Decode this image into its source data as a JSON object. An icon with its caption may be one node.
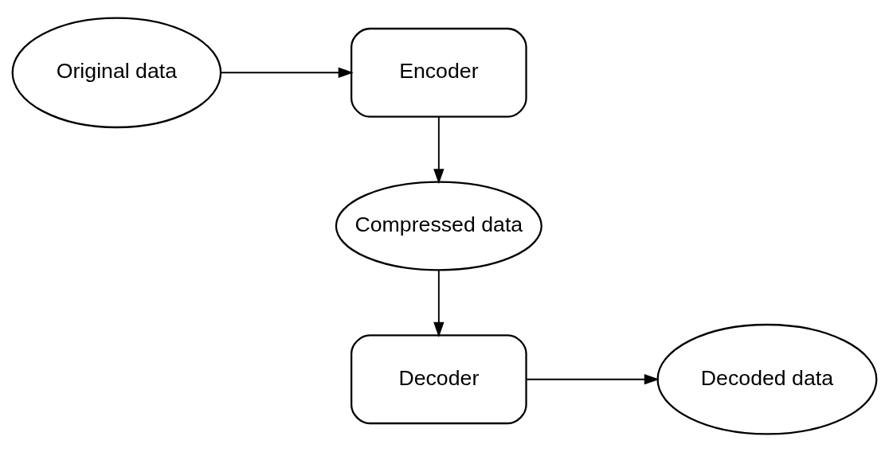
{
  "diagram": {
    "nodes": [
      {
        "text": [
          "Original data"
        ]
      },
      {
        "text": [
          "Encoder"
        ]
      },
      {
        "text": [
          "Compressed data"
        ]
      },
      {
        "text": [
          "Decoder"
        ]
      },
      {
        "text": [
          "Decoded data"
        ]
      }
    ],
    "edges": [
      {
        "from": 0,
        "to": 1,
        "arrow": "to"
      },
      {
        "from": 1,
        "to": 2,
        "arrow": "to"
      },
      {
        "from": 2,
        "to": 3,
        "arrow": "to"
      },
      {
        "from": 3,
        "to": 4,
        "arrow": "to"
      }
    ]
  }
}
